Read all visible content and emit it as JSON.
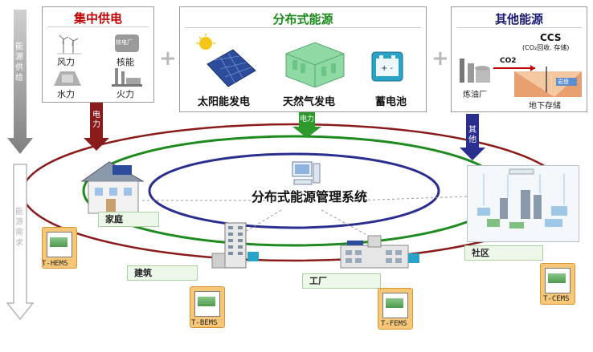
{
  "left_axis": {
    "supply": "能源供给",
    "demand": "能源需求"
  },
  "central_supply": {
    "title": "集中供电",
    "items": [
      {
        "label": "风力",
        "icon": "wind-turbine-icon"
      },
      {
        "label": "核能",
        "icon": "nuclear-plant-icon",
        "plate": "核电厂"
      },
      {
        "label": "水力",
        "icon": "hydro-dam-icon"
      },
      {
        "label": "火力",
        "icon": "thermal-plant-icon"
      }
    ]
  },
  "distributed": {
    "title": "分布式能源",
    "items": [
      {
        "label": "太阳能发电",
        "icon": "solar-panel-icon"
      },
      {
        "label": "天然气发电",
        "icon": "gas-generator-icon"
      },
      {
        "label": "蓄电池",
        "icon": "battery-icon"
      }
    ]
  },
  "other": {
    "title": "其他能源",
    "ccs": "CCS",
    "ccs_sub": "(CO₂回收. 存储)",
    "co2": "CO2",
    "refinery": "炼油厂",
    "rock": "岩盘",
    "underground": "地下存储"
  },
  "arrows": {
    "power_left": "电力",
    "power_mid": "电力",
    "other": "其他"
  },
  "center_system": "分布式能源管理系统",
  "places": {
    "home": "家庭",
    "building": "建筑",
    "factory": "工厂",
    "community": "社区"
  },
  "ems": {
    "home": "T-HEMS",
    "building": "T-BEMS",
    "factory": "T-FEMS",
    "community": "T-CEMS"
  },
  "colors": {
    "red_ring": "#8b1a1a",
    "green_ring": "#1f8a1f",
    "blue_ring": "#2a2f8f",
    "supply_arrow": "#7f7f7f"
  }
}
